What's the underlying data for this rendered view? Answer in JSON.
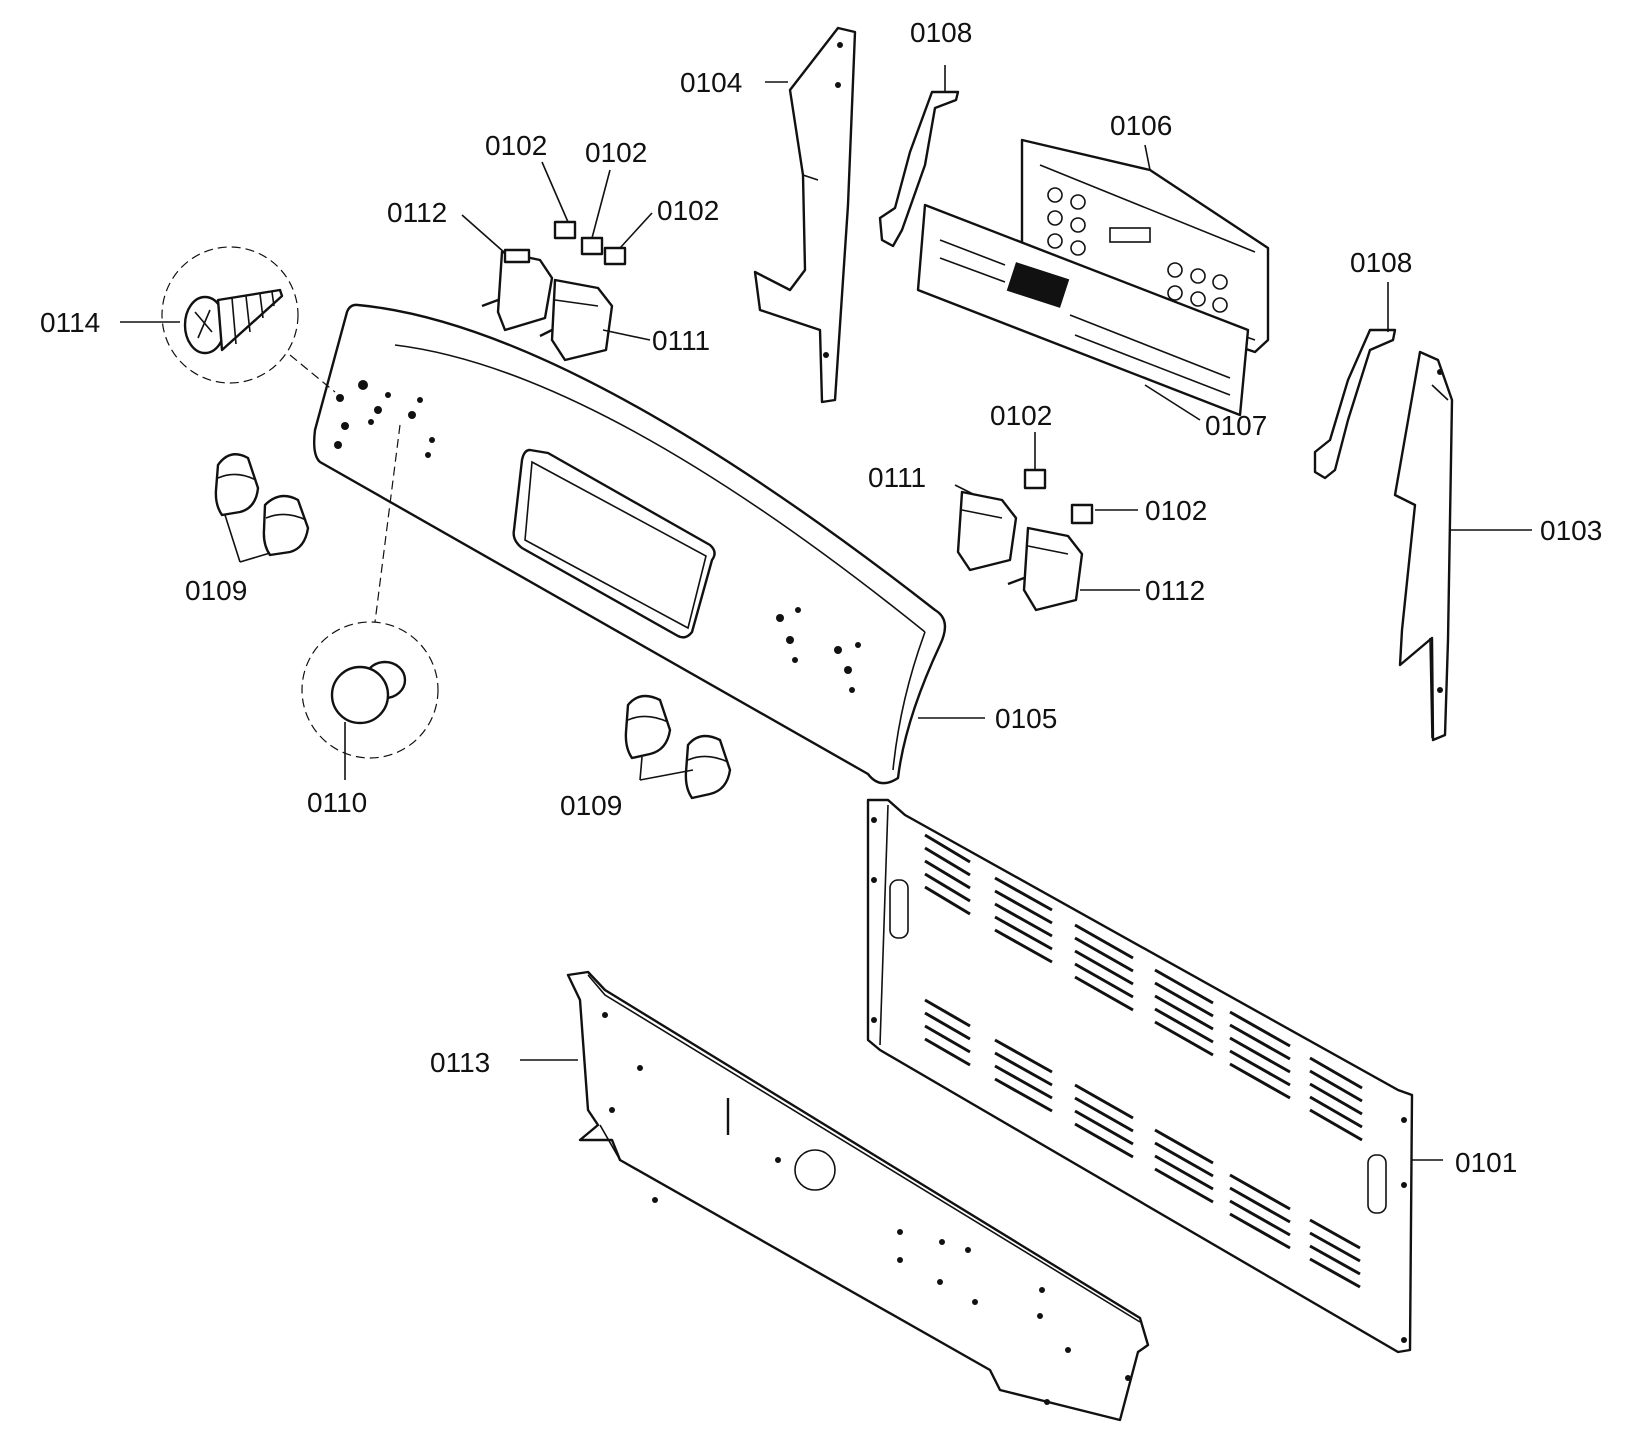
{
  "diagram": {
    "labels": {
      "l0101": "0101",
      "l0102_a": "0102",
      "l0102_b": "0102",
      "l0102_c": "0102",
      "l0102_d": "0102",
      "l0102_e": "0102",
      "l0103": "0103",
      "l0104": "0104",
      "l0105": "0105",
      "l0106": "0106",
      "l0107": "0107",
      "l0108_a": "0108",
      "l0108_b": "0108",
      "l0109_a": "0109",
      "l0109_b": "0109",
      "l0110": "0110",
      "l0111_a": "0111",
      "l0111_b": "0111",
      "l0112_a": "0112",
      "l0112_b": "0112",
      "l0113": "0113",
      "l0114": "0114"
    }
  }
}
